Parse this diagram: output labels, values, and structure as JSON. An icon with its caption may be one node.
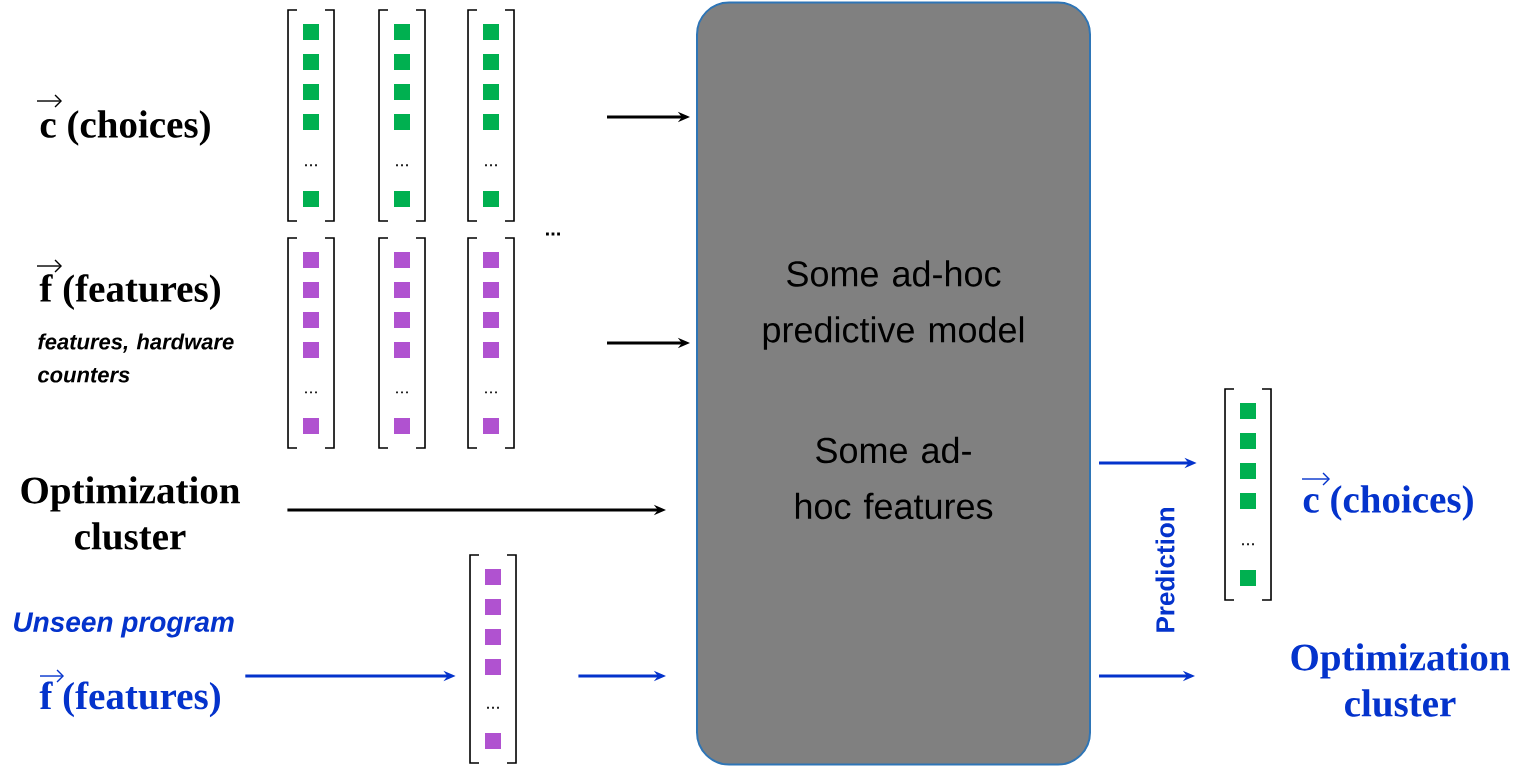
{
  "diagram": {
    "nodes": [
      {
        "text": [
          "c (choices)"
        ]
      },
      {
        "text": [
          "..."
        ]
      },
      {
        "text": [
          "..."
        ]
      },
      {
        "text": [
          "..."
        ]
      },
      {
        "text": [
          "f (features)"
        ]
      },
      {
        "text": [
          "..."
        ]
      },
      {
        "text": [
          "..."
        ]
      },
      {
        "text": [
          "..."
        ]
      },
      {
        "text": [
          "Optimization cluster"
        ]
      },
      {
        "text": [
          "Unseen program",
          "f (features)"
        ]
      },
      {
        "text": [
          "..."
        ]
      },
      {
        "text": [
          "Some ad-hoc predictive model",
          "Some ad-hoc features"
        ]
      },
      {
        "text": [
          "..."
        ]
      },
      {
        "text": [
          "c (choices)"
        ]
      },
      {
        "text": [
          "Optimization cluster"
        ]
      }
    ],
    "edges": [
      {
        "from": null,
        "to": 11,
        "arrow": "to",
        "color": "#000000"
      },
      {
        "from": null,
        "to": 11,
        "arrow": "to",
        "color": "#000000"
      },
      {
        "from": 8,
        "to": 11,
        "arrow": "to",
        "color": "#000000"
      },
      {
        "from": 9,
        "to": 10,
        "arrow": "to",
        "color": "#0433cc"
      },
      {
        "from": 10,
        "to": 11,
        "arrow": "to",
        "color": "#0433cc"
      },
      {
        "from": 11,
        "to": 12,
        "arrow": "to",
        "color": "#0433cc"
      },
      {
        "from": 11,
        "to": null,
        "arrow": "to",
        "color": "#0433cc"
      }
    ],
    "labels": [
      "features, hardware counters",
      "...",
      "Prediction"
    ]
  }
}
